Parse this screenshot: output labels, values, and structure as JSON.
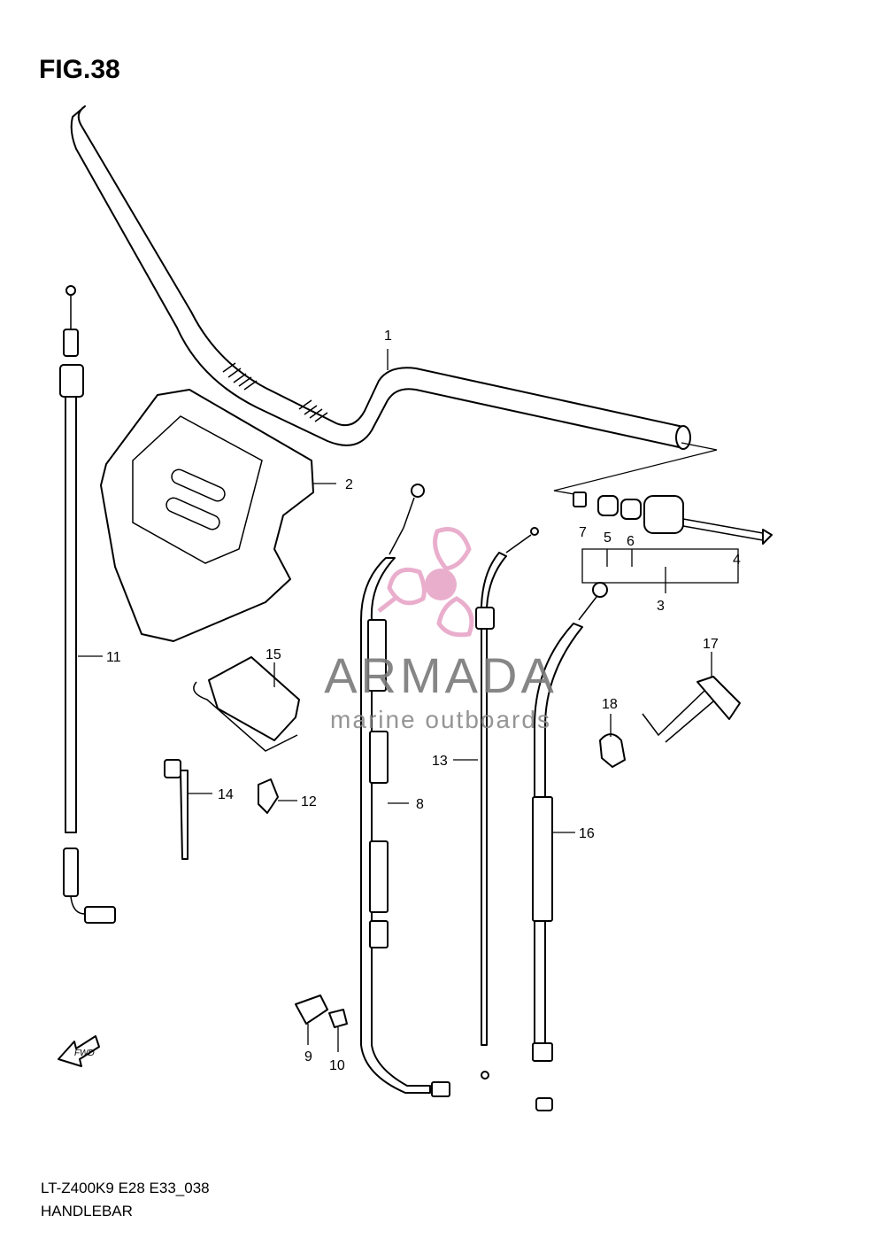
{
  "figure": {
    "title": "FIG.38",
    "model_code": "LT-Z400K9 E28 E33_038",
    "section_name": "HANDLEBAR"
  },
  "callouts": [
    "1",
    "2",
    "3",
    "4",
    "5",
    "6",
    "7",
    "8",
    "9",
    "10",
    "11",
    "12",
    "13",
    "14",
    "15",
    "16",
    "17",
    "18"
  ],
  "watermark": {
    "brand": "ARMADA",
    "tagline": "marine outboards",
    "color_brand": "#7a7a7a",
    "color_logo": "#e8a6c8",
    "color_tagline": "#8a8a8a"
  },
  "fwd_badge": "FWD"
}
